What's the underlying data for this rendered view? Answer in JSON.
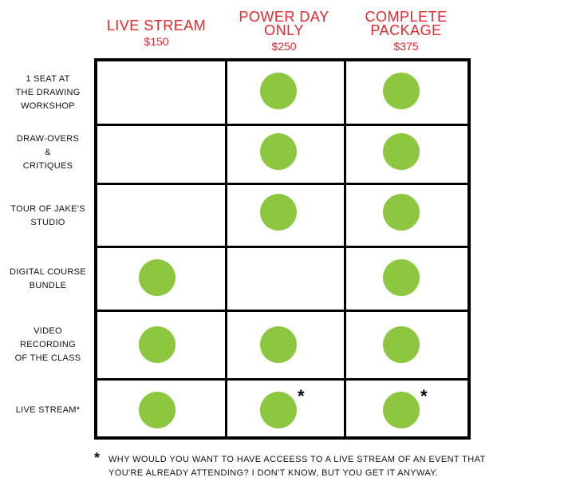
{
  "columns": [
    {
      "title_lines": [
        "LIVE STREAM"
      ],
      "price": "$150"
    },
    {
      "title_lines": [
        "POWER DAY",
        "ONLY"
      ],
      "price": "$250"
    },
    {
      "title_lines": [
        "COMPLETE",
        "PACKAGE"
      ],
      "price": "$375"
    }
  ],
  "rows": [
    {
      "label_lines": [
        "1 SEAT AT",
        "THE DRAWING",
        "WORKSHOP"
      ],
      "included": [
        false,
        true,
        true
      ]
    },
    {
      "label_lines": [
        "DRAW-OVERS",
        "&",
        "CRITIQUES"
      ],
      "included": [
        false,
        true,
        true
      ]
    },
    {
      "label_lines": [
        "TOUR OF JAKE'S",
        "STUDIO"
      ],
      "included": [
        false,
        true,
        true
      ]
    },
    {
      "label_lines": [
        "DIGITAL COURSE",
        "BUNDLE"
      ],
      "included": [
        true,
        false,
        true
      ]
    },
    {
      "label_lines": [
        "VIDEO",
        "RECORDING",
        "OF THE CLASS"
      ],
      "included": [
        true,
        true,
        true
      ]
    },
    {
      "label_lines": [
        "LIVE STREAM*"
      ],
      "included": [
        true,
        true,
        true
      ],
      "asterisk": [
        false,
        true,
        true
      ]
    }
  ],
  "asterisk_symbol": "*",
  "footnote": {
    "symbol": "*",
    "line1": "WHY  WOULD YOU WANT TO HAVE ACCEESS TO A LIVE STREAM OF AN EVENT THAT",
    "line2": "YOU'RE ALREADY ATTENDING? I DON'T KNOW, BUT YOU GET IT ANYWAY."
  },
  "colors": {
    "accent": "#e8262c",
    "dot": "#8dc63f",
    "grid": "#000000"
  }
}
